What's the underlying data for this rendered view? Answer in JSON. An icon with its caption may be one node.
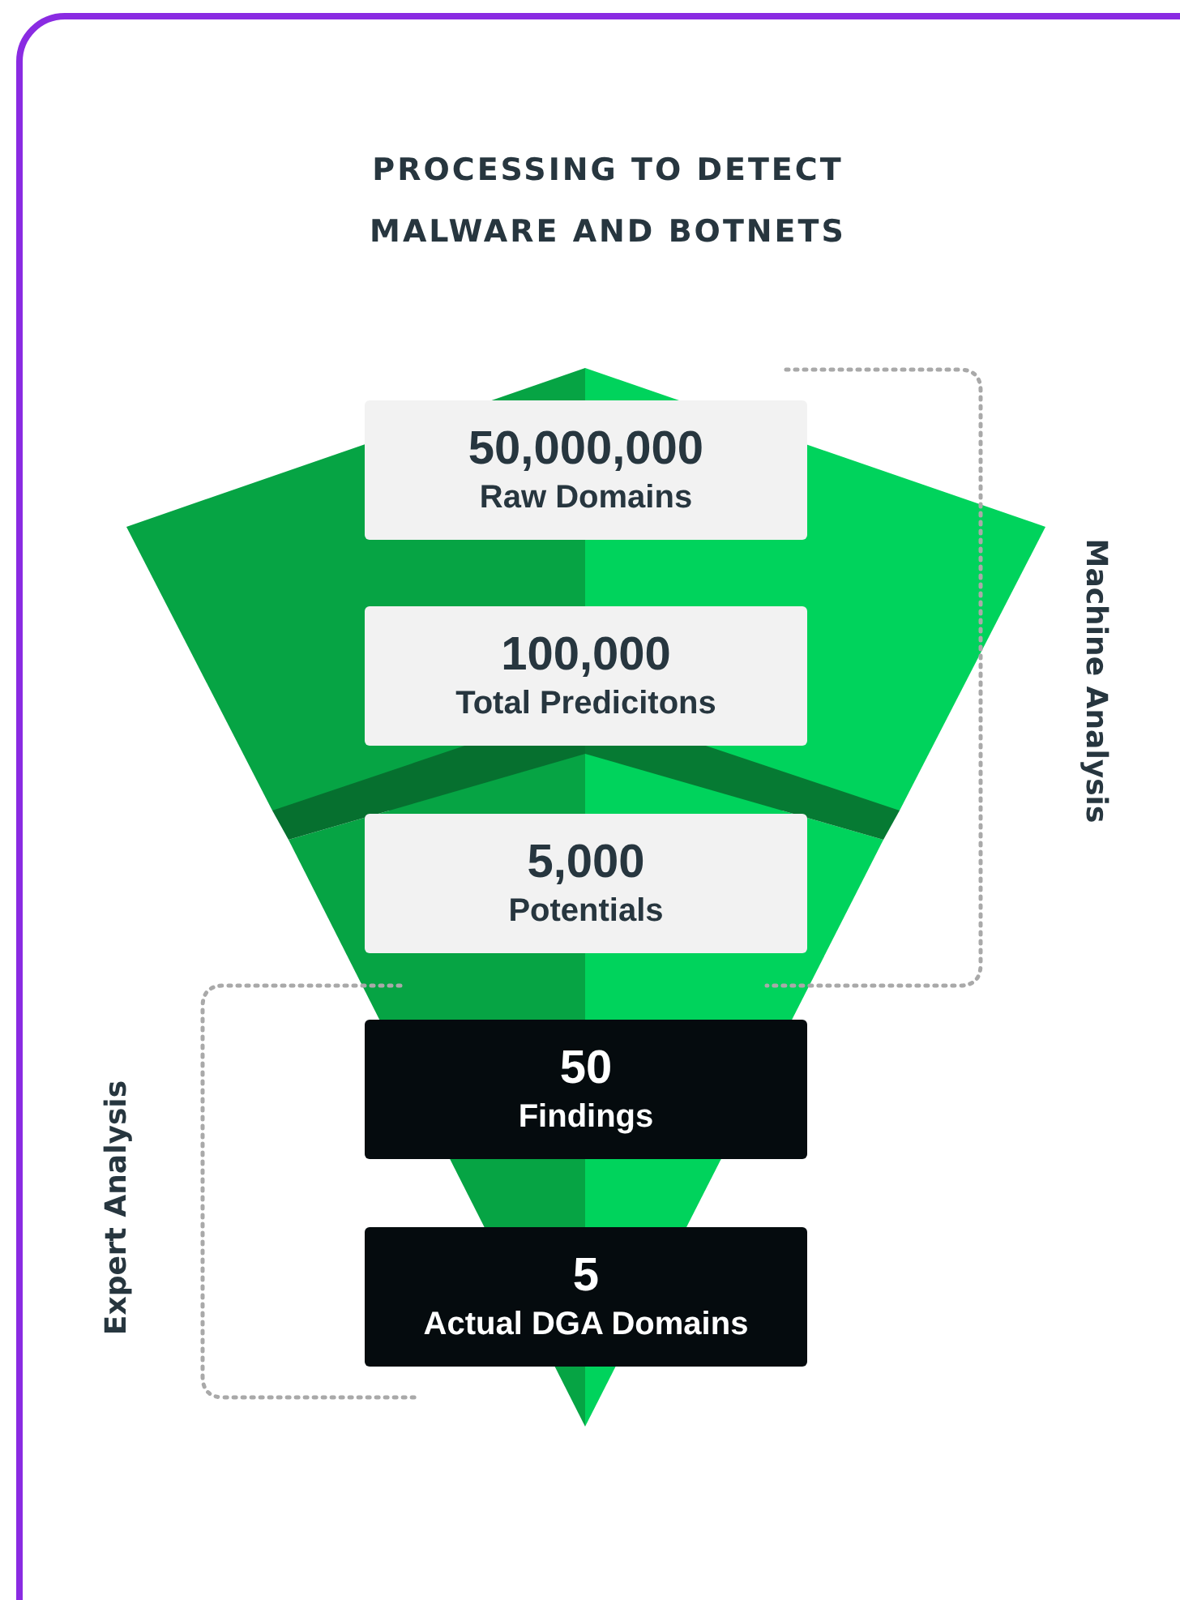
{
  "diagram": {
    "title": "PROCESSING TO DETECT MALWARE AND BOTNETS",
    "nodes": [
      {
        "text": [
          "50,000,000",
          "Raw Domains"
        ]
      },
      {
        "text": [
          "100,000",
          "Total Predicitons"
        ]
      },
      {
        "text": [
          "5,000",
          "Potentials"
        ]
      },
      {
        "text": [
          "50",
          "Findings"
        ]
      },
      {
        "text": [
          "5",
          "Actual DGA Domains"
        ]
      }
    ],
    "labels": [
      "Machine Analysis",
      "Expert Analysis"
    ]
  }
}
